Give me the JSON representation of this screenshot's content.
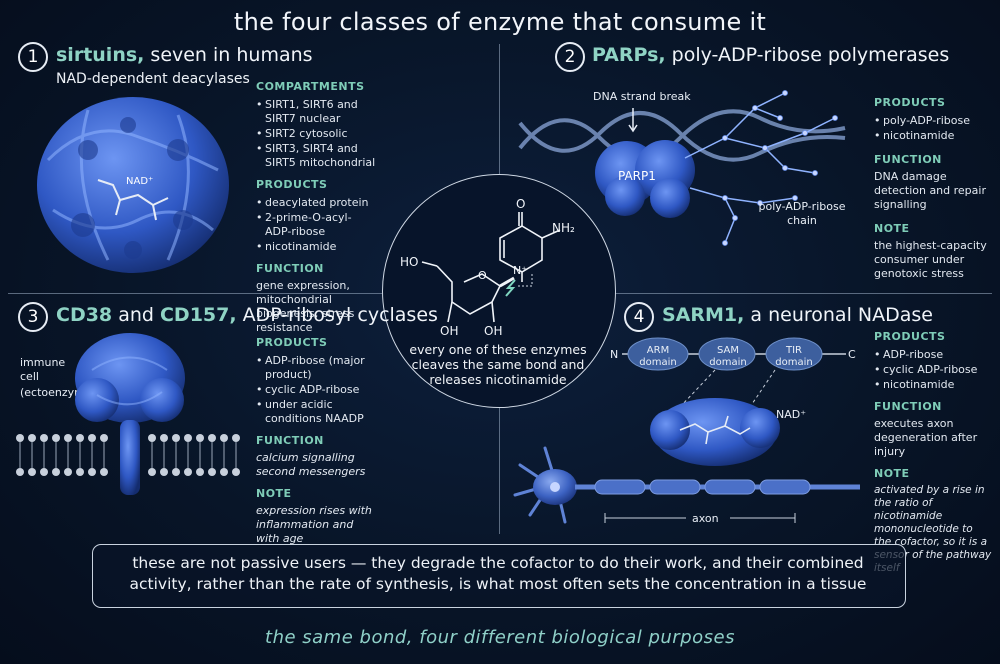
{
  "title": "the four classes of enzyme that consume it",
  "sirtuins": {
    "number": "1",
    "name": "sirtuins,",
    "rest": " seven in humans",
    "subtitle": "NAD-dependent deacylases",
    "nad_label": "NAD⁺",
    "compartments_label": "COMPARTMENTS",
    "compartments": [
      "SIRT1, SIRT6 and SIRT7 nuclear",
      "SIRT2 cytosolic",
      "SIRT3, SIRT4 and SIRT5 mitochondrial"
    ],
    "products_label": "PRODUCTS",
    "products": [
      "deacylated protein",
      "2-prime-O-acyl-ADP-ribose",
      "nicotinamide"
    ],
    "function_label": "FUNCTION",
    "function": "gene expression, mitochondrial biogenesis, stress resistance"
  },
  "parps": {
    "number": "2",
    "name": "PARPs,",
    "rest": " poly-ADP-ribose polymerases",
    "dna_label": "DNA strand break",
    "parp1_label": "PARP1",
    "chain_label": "poly-ADP-ribose chain",
    "products_label": "PRODUCTS",
    "products": [
      "poly-ADP-ribose",
      "nicotinamide"
    ],
    "function_label": "FUNCTION",
    "function": "DNA damage detection and repair signalling",
    "note_label": "NOTE",
    "note": "the highest-capacity consumer under genotoxic stress"
  },
  "cd38": {
    "number": "3",
    "name1": "CD38",
    "and": " and ",
    "name2": "CD157,",
    "rest": " ADP-ribosyl cyclases",
    "cell_label": "immune cell",
    "ecto_label": "(ectoenzyme)",
    "products_label": "PRODUCTS",
    "products": [
      "ADP-ribose (major product)",
      "cyclic ADP-ribose",
      "under acidic conditions NAADP"
    ],
    "function_label": "FUNCTION",
    "function": "calcium signalling second messengers",
    "note_label": "NOTE",
    "note": "expression rises with inflammation and with age"
  },
  "sarm1": {
    "number": "4",
    "name": "SARM1,",
    "rest": " a neuronal NADase",
    "n_label": "N",
    "c_label": "C",
    "domains": [
      "ARM domain",
      "SAM domain",
      "TIR domain"
    ],
    "nad_label": "NAD⁺",
    "axon_label": "axon",
    "products_label": "PRODUCTS",
    "products": [
      "ADP-ribose",
      "cyclic ADP-ribose",
      "nicotinamide"
    ],
    "function_label": "FUNCTION",
    "function": "executes axon degeneration after injury",
    "note_label": "NOTE",
    "note": "activated by a rise in the ratio of nicotinamide mononucleotide to the cofactor, so it is a sensor of the pathway itself"
  },
  "center": {
    "o_label": "O",
    "nh2_label": "NH₂",
    "n_label": "N⁺",
    "ho_label": "HO",
    "oh1_label": "OH",
    "oh2_label": "OH",
    "ring_o_label": "O",
    "text": "every one of these enzymes cleaves the same bond and releases nicotinamide"
  },
  "summary": "these are not passive users — they degrade the cofactor to do their work, and their combined activity, rather than the rate of synthesis, is what most often sets the concentration in a tissue",
  "footer": "the same bond, four different biological purposes",
  "colors": {
    "accent": "#8fd3c4",
    "protein": "#3f6fd8",
    "background": "#081528"
  }
}
